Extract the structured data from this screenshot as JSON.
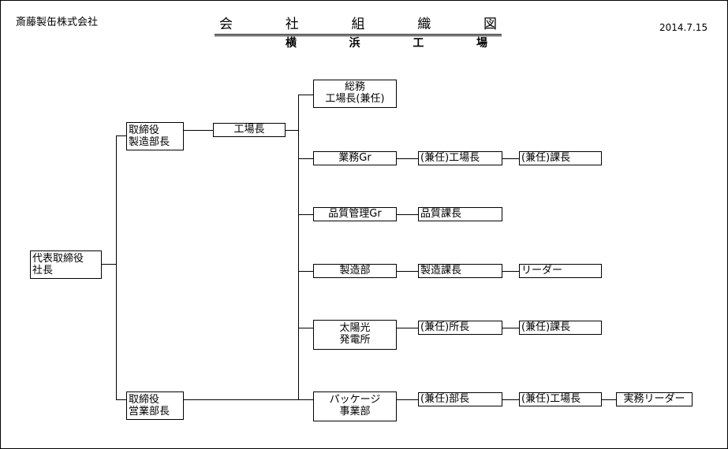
{
  "header": {
    "company": "斎藤製缶株式会社",
    "title_chars": [
      "会",
      "社",
      "組",
      "織",
      "図"
    ],
    "subtitle_chars": [
      "横",
      "浜",
      "工",
      "場"
    ],
    "date": "2014.7.15"
  },
  "chart": {
    "president": [
      "代表取締役",
      "社長"
    ],
    "director_manufacturing": [
      "取締役",
      "製造部長"
    ],
    "director_sales": [
      "取締役",
      "営業部長"
    ],
    "factory_manager": "工場長",
    "general_affairs": [
      "総務",
      "工場長(兼任)"
    ],
    "business_gr": "業務Gr",
    "business_gr_manager": "(兼任)工場長",
    "business_gr_section_chief": "(兼任)課長",
    "quality_gr": "品質管理Gr",
    "quality_chief": "品質課長",
    "manufacturing_dept": "製造部",
    "manufacturing_chief": "製造課長",
    "manufacturing_leader": "リーダー",
    "solar": [
      "太陽光",
      "発電所"
    ],
    "solar_director": "(兼任)所長",
    "solar_section_chief": "(兼任)課長",
    "package_dept": [
      "パッケージ",
      "事業部"
    ],
    "package_head": "(兼任)部長",
    "package_factory_manager": "(兼任)工場長",
    "package_leader": "実務リーダー"
  }
}
